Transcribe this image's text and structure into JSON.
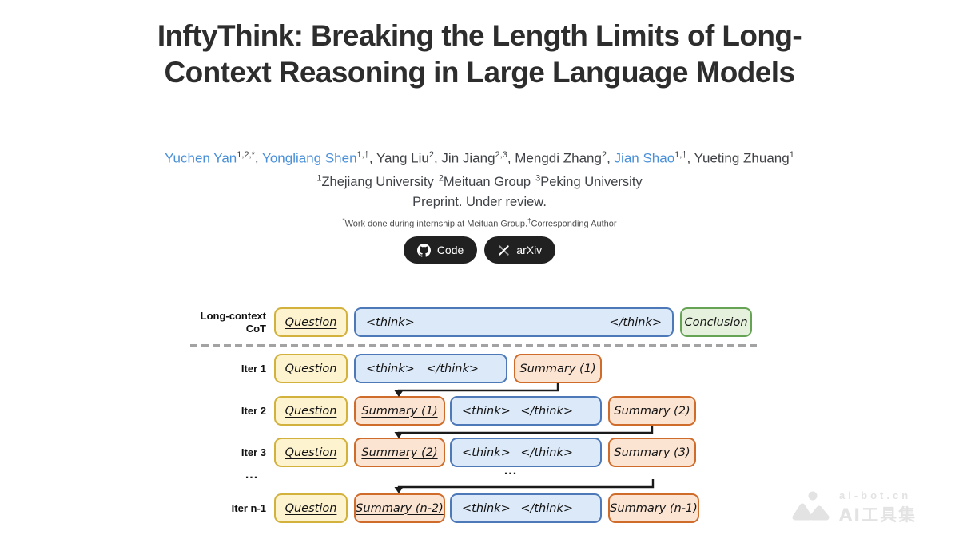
{
  "header": {
    "title": "InftyThink: Breaking the Length Limits of Long-Context Reasoning in Large Language Models",
    "authors": [
      {
        "name": "Yuchen Yan",
        "sup": "1,2,*",
        "sep": ", "
      },
      {
        "name": "Yongliang Shen",
        "sup": "1,†",
        "sep": ", "
      },
      {
        "name": "Yang Liu",
        "sup": "2",
        "sep": ", "
      },
      {
        "name": "Jin Jiang",
        "sup": "2,3",
        "sep": ", "
      },
      {
        "name": "Mengdi Zhang",
        "sup": "2",
        "sep": ", "
      },
      {
        "name": "Jian Shao",
        "sup": "1,†",
        "sep": ", "
      },
      {
        "name": "Yueting Zhuang",
        "sup": "1",
        "sep": ""
      }
    ],
    "affiliations": [
      {
        "sup": "1",
        "name": "Zhejiang University"
      },
      {
        "sup": "2",
        "name": "Meituan Group"
      },
      {
        "sup": "3",
        "name": "Peking University"
      }
    ],
    "status": "Preprint. Under review.",
    "footnote": {
      "star_mark": "*",
      "star_text": "Work done during internship at Meituan Group.",
      "dagger_mark": "†",
      "dagger_text": "Corresponding Author"
    },
    "buttons": [
      {
        "label": "Code",
        "icon": "github-icon"
      },
      {
        "label": "arXiv",
        "icon": "arxiv-icon"
      }
    ]
  },
  "diagram": {
    "cot": {
      "label_line1": "Long-context",
      "label_line2": "CoT",
      "question": "Question",
      "think_open": "<think>",
      "think_close": "</think>",
      "conclusion": "Conclusion"
    },
    "iters": [
      {
        "label": "Iter 1",
        "question": "Question",
        "summary_in": "",
        "think_open": "<think>",
        "think_close": "</think>",
        "summary_out": "Summary (1)"
      },
      {
        "label": "Iter 2",
        "question": "Question",
        "summary_in": "Summary (1)",
        "think_open": "<think>",
        "think_close": "</think>",
        "summary_out": "Summary (2)"
      },
      {
        "label": "Iter 3",
        "question": "Question",
        "summary_in": "Summary (2)",
        "think_open": "<think>",
        "think_close": "</think>",
        "summary_out": "Summary (3)"
      },
      {
        "label": "Iter n-1",
        "question": "Question",
        "summary_in": "Summary (n-2)",
        "think_open": "<think>",
        "think_close": "</think>",
        "summary_out": "Summary (n-1)"
      }
    ],
    "ellipsis_left": "...",
    "ellipsis_mid": "..."
  },
  "watermark": {
    "line1": "ai-bot.cn",
    "line2": "AI工具集"
  },
  "colors": {
    "link_blue": "#4a90d9",
    "question_fill": "#fdf3cf",
    "question_border": "#d2b13c",
    "think_fill": "#dbe9f9",
    "think_border": "#4d79b8",
    "summary_fill": "#fce4d2",
    "summary_border": "#cf6c2c",
    "conclusion_fill": "#e5f1dd",
    "conclusion_border": "#67a355",
    "button_bg": "#212121"
  }
}
